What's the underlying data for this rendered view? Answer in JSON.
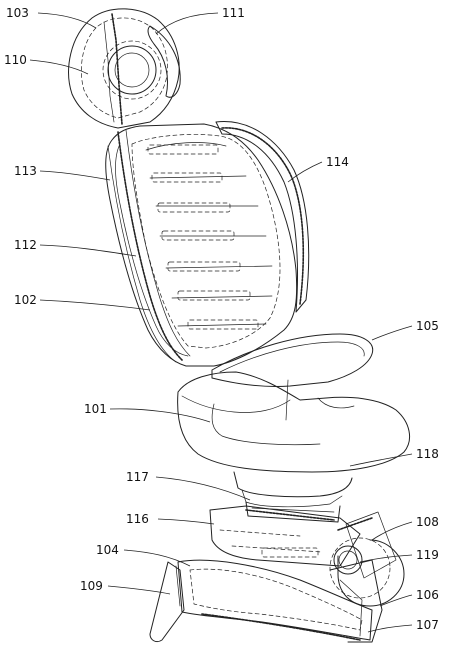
{
  "figure": {
    "labels": [
      {
        "key": "l103",
        "text": "103"
      },
      {
        "key": "l111",
        "text": "111"
      },
      {
        "key": "l110",
        "text": "110"
      },
      {
        "key": "l113",
        "text": "113"
      },
      {
        "key": "l114",
        "text": "114"
      },
      {
        "key": "l112",
        "text": "112"
      },
      {
        "key": "l102",
        "text": "102"
      },
      {
        "key": "l105",
        "text": "105"
      },
      {
        "key": "l101",
        "text": "101"
      },
      {
        "key": "l118",
        "text": "118"
      },
      {
        "key": "l117",
        "text": "117"
      },
      {
        "key": "l116",
        "text": "116"
      },
      {
        "key": "l108",
        "text": "108"
      },
      {
        "key": "l104",
        "text": "104"
      },
      {
        "key": "l119",
        "text": "119"
      },
      {
        "key": "l109",
        "text": "109"
      },
      {
        "key": "l106",
        "text": "106"
      },
      {
        "key": "l107",
        "text": "107"
      }
    ]
  }
}
